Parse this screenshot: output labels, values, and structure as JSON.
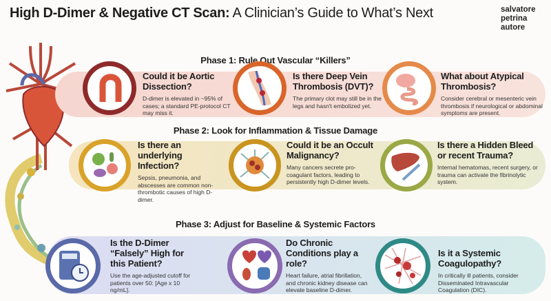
{
  "title": {
    "bold": "High D-Dimer & Negative CT Scan:",
    "regular": " A Clinician’s Guide to What’s Next"
  },
  "author": [
    "salvatore",
    "petrina",
    "autore"
  ],
  "phases": [
    {
      "heading": "Phase 1: Rule Out Vascular “Killers”",
      "color": "#f3d3cc",
      "items": [
        {
          "question": "Could it be Aortic Dissection?",
          "text": "D-dimer is elevated in ~95% of cases; a standard PE-protocol CT may miss it.",
          "icon": "aorta-icon",
          "ring": "#8e2a2a"
        },
        {
          "question": "Is there Deep Vein Thrombosis (DVT)?",
          "text": "The primary clot may still be in the legs and hasn't embolized yet.",
          "icon": "leg-vein-clot-icon",
          "ring": "#d9652a"
        },
        {
          "question": "What about Atypical Thrombosis?",
          "text": "Consider cerebral or mesenteric vein thrombosis if neurological or abdominal symptoms are present.",
          "icon": "brain-intestine-icon",
          "ring": "#e58a4a"
        }
      ]
    },
    {
      "heading": "Phase 2: Look for Inflammation & Tissue Damage",
      "color": "#f3e6c4",
      "items": [
        {
          "question": "Is there an underlying Infection?",
          "text": "Sepsis, pneumonia, and abscesses are common non-thrombotic causes of high D-dimer.",
          "icon": "bacteria-icon",
          "ring": "#d9a22a"
        },
        {
          "question": "Could it be an Occult Malignancy?",
          "text": "Many cancers secrete pro-coagulant factors, leading to persistently high D-dimer levels.",
          "icon": "cancer-cell-icon",
          "ring": "#c9941f"
        },
        {
          "question": "Is there a Hidden Bleed or recent Trauma?",
          "text": "Internal hematomas, recent surgery, or trauma can activate the fibrinolytic system.",
          "icon": "liver-scalpel-icon",
          "ring": "#9aa846"
        }
      ]
    },
    {
      "heading": "Phase 3: Adjust for Baseline & Systemic Factors",
      "color": "#e2e2f3",
      "items": [
        {
          "question": "Is the D-Dimer “Falsely” High for this Patient?",
          "text": "Use the age-adjusted cutoff for patients over 50: [Age x 10 ng/mL].",
          "icon": "calculator-clock-icon",
          "ring": "#5a6aa8"
        },
        {
          "question": "Do Chronic Conditions play a role?",
          "text": "Heart failure, atrial fibrillation, and chronic kidney disease can elevate baseline D-dimer.",
          "icon": "organs-icon",
          "ring": "#8a6ab0"
        },
        {
          "question": "Is it a Systemic Coagulopathy?",
          "text": "In critically ill patients, consider Disseminated Intravascular Coagulation (DIC).",
          "icon": "clot-network-icon",
          "ring": "#2f8a86"
        }
      ]
    }
  ]
}
